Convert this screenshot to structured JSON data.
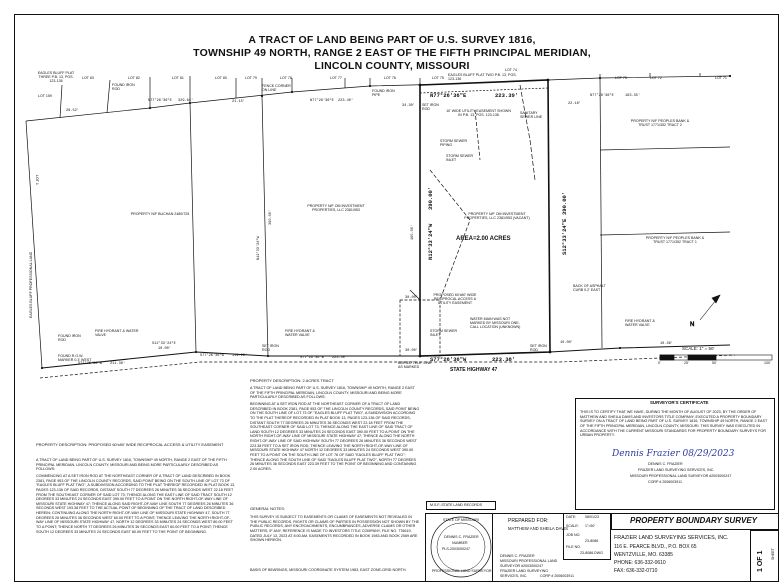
{
  "title": {
    "line1": "A TRACT OF LAND BEING PART OF U.S. SURVEY 1816,",
    "line2": "TOWNSHIP 49 NORTH, RANGE 2 EAST OF THE FIFTH PRINCIPAL MERIDIAN,",
    "line3": "LINCOLN COUNTY, MISSOURI"
  },
  "lots": [
    "EAGLES BLUFF PLAT THREE P.B. 13, PGS. 123-136",
    "LOT 83",
    "LOT 82",
    "LOT 81",
    "LOT 80",
    "LOT 79",
    "LOT 78",
    "LOT 77",
    "LOT 76",
    "LOT 75",
    "LOT 74",
    "EAGLES BLUFF PLAT TWO P.B. 13, PGS. 123-136",
    "LOT 73",
    "LOT 72",
    "LOT 71",
    "LOT 159",
    "LOT 1"
  ],
  "bearings": {
    "north_main": "N77°26'36\"E",
    "north_dist": "223.39'",
    "west_top": "N77°26'36\"E",
    "west_top_dist": "329.64'",
    "mid_top": "N77°26'36\"E",
    "mid_top_dist": "223.40'",
    "east_top": "N77°26'36\"E",
    "east_top_dist": "163.35'",
    "west_side": "N12°33'24\"W",
    "west_side_dist": "390.00'",
    "east_side": "S12°33'24\"E",
    "east_side_dist": "390.00'",
    "south_main": "S77°26'36\"W",
    "south_dist": "223.38'",
    "south_left": "S77°26'36\"W",
    "south_left_dist": "211.36'",
    "south_mid": "S77°26'36\"W",
    "south_mid_dist": "119.28'",
    "south_mid2": "S77°26'36\"W",
    "south_mid2_dist": "223.40'",
    "line_small": "S12°33'24\"E",
    "line_small_dist": "10.00'",
    "dim_west": "195.00'",
    "dim_west2": "390.00'",
    "dim_small": "30.00'",
    "dim_small2": "30.00'",
    "dim_30": "30.00'",
    "dim_10": "10.00'",
    "n_dist": "28.52'",
    "dist_2194": "21.15'",
    "dist_3430": "34.30'",
    "dist_2218": "22.18'",
    "dist_1036": "10.36'"
  },
  "labels": {
    "area": "AREA=2.00 ACRES",
    "owner_main": "PROPERTY N/F OM INVESTMENT PROPERTIES, LLC 2381/953 (VACANT)",
    "owner_west": "PROPERTY N/F OM INVESTMENT PROPERTIES, LLC 2381/953",
    "owner_far_west": "PROPERTY N/F BUCHAN 2480/725",
    "owner_east": "PROPERTY N/F PEOPLES BANK & TRUST 1771/352 TRACT 2",
    "owner_east2": "PROPERTY N/F PEOPLES BANK & TRUST 1771/352 TRACT 1",
    "highway": "STATE HIGHWAY 47",
    "easement": "10' WIDE UTILITY EASEMENT SHOWN IN P.B. 13, PGS. 123-136",
    "proposed": "PROPOSED 60'x80' WIDE RECIPROCAL ACCESS & UTILITY EASEMENT",
    "storm_sewer": "STORM SEWER PIPING",
    "storm_inlet": "STORM SEWER INLET",
    "back_curb": "BACK OF ASPHALT CURB 0.2' EAST",
    "fire_hydrant": "FIRE HYDRANT & WATER VALVE",
    "sanitary": "SANITARY SEWER LINE",
    "buried_tele": "BURIED TELE. LINE AS MARKED",
    "set_iron": "SET IRON ROD",
    "found_iron": "FOUND IRON ROD",
    "found_pipe": "FOUND IRON PIPE",
    "fence_corner": "FENCE CORNER ON LINE",
    "found_row": "FOUND R.O.W. MARKER 0.3' WEST",
    "water_main": "WATER MAIN WAS NOT MARKED BY MISSOURI ONE-CALL LOCATION (UNKNOWN)",
    "storm_inlet_line": "STORM SEWER INLET",
    "set_iron_west": "SET IRON ROD",
    "eagles_plat": "EAGLES BLUFF PROFESSIONAL LAND"
  },
  "scale": {
    "label": "SCALE: 1\" = 50'",
    "ticks": [
      "0'",
      "25'",
      "50'",
      "100'"
    ]
  },
  "descriptions": {
    "prop2_heading": "PROPERTY DESCRIPTION: 2 ACRES TRACT",
    "prop2_p1": "A TRACT OF LAND BEING PART OF U.S. SURVEY 1816, TOWNSHIP 49 NORTH, RANGE 2 EAST OF THE FIFTH PRINCIPAL MERIDIAN, LINCOLN COUNTY, MISSOURI AND BEING MORE PARTICULARLY DESCRIBED AS FOLLOWS:",
    "prop2_p2": "BEGINNING AT A SET IRON ROD AT THE NORTHEAST CORNER OF A TRACT OF LAND DESCRIBED IN BOOK 2381, PAGE 953 OF THE LINCOLN COUNTY RECORDS, SAID POINT BEING ON THE SOUTH LINE OF LOT 73 OF \"EAGLES BLUFF PLAT TWO\", A SUBDIVISION ACCORDING TO THE PLAT THEREOF RECORDED IN PLAT BOOK 13, PAGES 123-136 OF SAID RECORDS, DISTANT SOUTH 77 DEGREES 26 MINUTES 36 SECONDS WEST 22.18 FEET FROM THE SOUTHEAST CORNER OF SAID LOT 73; THENCE ALONG THE EAST LINE OF SAID TRACT OF LAND SOUTH 12 DEGREES 33 MINUTES 24 SECONDS EAST 390.00 FEET TO A POINT ON THE NORTH RIGHT-OF-WAY LINE OF MISSOURI STATE HIGHWAY 47; THENCE ALONG THE NORTH RIGHT-OF-WAY LINE OF SAID HIGHWAY SOUTH 77 DEGREES 26 MINUTES 36 SECONDS WEST 223.38 FEET TO A SET IRON ROD; THENCE LEAVING THE NORTH RIGHT-OF-WAY LINE OF MISSOURI STATE HIGHWAY 47 NORTH 12 DEGREES 33 MINUTES 24 SECONDS WEST 390.00 FEET TO A POINT ON THE SOUTH LINE OF LOT 76 OF SAID \"EAGLES BLUFF PLAT TWO\"; THENCE ALONG THE SOUTH LINE OF SAID \"EAGLES BLUFF PLAT TWO\", NORTH 77 DEGREES 26 MINUTES 36 SECONDS EAST 223.39 FEET TO THE POINT OF BEGINNING AND CONTAINING 2.00 ACRES.",
    "notes_heading": "GENERAL NOTES:",
    "notes_p1": "THIS SURVEY IS SUBJECT TO EASEMENTS OR CLAIMS OF EASEMENTS NOT REVEALED IN THE PUBLIC RECORDS, RIGHTS OR CLAIMS OF PARTIES IN POSSESSION NOT SHOWN BY THE PUBLIC RECORDS, ANY ENCROACHMENTS, ENCUMBRANCES, ADVERSE CLAIMS OR OTHER MATTERS, IF ANY. REFERENCE IS MADE TO INVESTORS TITLE COMPANY, FILE NO. 776619, DATED JULY 13, 2023 AT 8:00 AM. EASEMENTS RECORDED IN BOOK 1983 AND BOOK 2069 ARE SHOWN HEREON.",
    "notes_p2": "BASIS OF BEARINGS, MISSOURI COORDINATE SYSTEM 1983, EAST ZONE-GRID NORTH.",
    "easement_heading": "PROPERTY DESCRIPTION: PROPOSED 60'x80' WIDE RECIPROCAL ACCESS & UTILITY EASEMENT",
    "easement_p1": "A TRACT OF LAND BEING PART OF U.S. SURVEY 1816, TOWNSHIP 49 NORTH, RANGE 2 EAST OF THE FIFTH PRINCIPAL MERIDIAN, LINCOLN COUNTY, MISSOURI AND BEING MORE PARTICULARLY DESCRIBED AS FOLLOWS:",
    "easement_p2": "COMMENCING AT A SET IRON ROD AT THE NORTHEAST CORNER OF A TRACT OF LAND DESCRIBED IN BOOK 2381, PAGE 953 OF THE LINCOLN COUNTY RECORDS, SAID POINT BEING ON THE SOUTH LINE OF LOT 73 OF \"EAGLES BLUFF PLAT TWO\", A SUBDIVISION ACCORDING TO THE PLAT THEREOF RECORDED IN PLAT BOOK 13, PAGES 123-136 OF SAID RECORDS, DISTANT SOUTH 77 DEGREES 26 MINUTES 36 SECONDS WEST 22.18 FEET FROM THE SOUTHEAST CORNER OF SAID LOT 73; THENCE ALONG THE EAST LINE OF SAID TRACT SOUTH 12 DEGREES 33 MINUTES 24 SECONDS EAST 390.00 FEET TO A POINT ON THE NORTH RIGHT-OF-WAY LINE OF MISSOURI STATE HIGHWAY 47; THENCE ALONG SAID RIGHT-OF-WAY LINE SOUTH 77 DEGREES 26 MINUTES 36 SECONDS WEST 193.38 FEET TO THE ACTUAL POINT OF BEGINNING OF THE TRACT OF LAND DESCRIBED HEREIN; CONTINUING ALONG THE NORTH RIGHT-OF-WAY LINE OF MISSOURI STATE HIGHWAY 47, SOUTH 77 DEGREES 26 MINUTES 36 SECONDS WEST 60.00 FEET TO A POINT; THENCE LEAVING THE NORTH RIGHT-OF-WAY LINE OF MISSOURI STATE HIGHWAY 47, NORTH 12 DEGREES 33 MINUTES 24 SECONDS WEST 80.00 FEET TO A POINT; THENCE NORTH 77 DEGREES 26 MINUTES 36 SECONDS EAST 60.00 FEET TO A POINT; THENCE SOUTH 12 DEGREES 33 MINUTES 24 SECONDS EAST 80.00 FEET TO THE POINT OF BEGINNING."
  },
  "certificate": {
    "heading": "SURVEYOR'S CERTIFICATE",
    "body": "THIS IS TO CERTIFY THAT WE HAVE, DURING THE MONTH OF AUGUST OF 2023, BY THE ORDER OF MATTHEW AND SHEILA DAVIS AND INVESTORS TITLE COMPANY, EXECUTED A PROPERTY BOUNDARY SURVEY ON A TRACT OF LAND BEING PART OF U.S. SURVEY 1816, TOWNSHIP 49 NORTH, RANGE 2 EAST OF THE FIFTH PRINCIPAL MERIDIAN, LINCOLN COUNTY, MISSOURI. THIS SURVEY WAS EXECUTED IN ACCORDANCE WITH THE CURRENT MISSOURI STANDARDS FOR PROPERTY BOUNDARY SURVEYS FOR URBAN PROPERTY.",
    "signature": "Dennis Frazier 08/29/2023",
    "signer1": "DENNIS C. FRAZIER",
    "signer2": "FRAZIER LAND SURVEYING SERVICES, INC.",
    "signer3": "MISSOURI PROFESSIONAL LAND SURVEYOR #2003000247",
    "signer4": "CORP # 2006003911"
  },
  "title_block": {
    "prepared_for_label": "PREPARED FOR:",
    "prepared_for": "MATTHEW AND SHEILA DAVIS",
    "seal_lines": [
      "STATE OF MISSOURI",
      "DENNIS C. FRAZIER",
      "NUMBER",
      "PLS-2003000247",
      "PROFESSIONAL LAND SURVEYOR"
    ],
    "surveyor_lines": [
      "DENNIS C. FRAZIER",
      "MISSOURI PROFESSIONAL LAND",
      "SURVEYOR #2003000247",
      "FRAZIER LAND SURVEYING",
      "SERVICES, INC.",
      "CORP # 2006003911"
    ],
    "date_label": "DATE:",
    "date": "08/01/23",
    "scale_label": "SCALE:",
    "scale": "1\"=50'",
    "job_label": "JOB NO.",
    "job": "23-8086",
    "file_label": "FILE NO.",
    "file": "23-8086.DWG",
    "survey_title": "PROPERTY BOUNDARY SURVEY",
    "company": "FRAZIER LAND SURVEYING SERVICES, INC.",
    "address1": "116 E. PEARCE BLVD., P.O. BOX 65",
    "address2": "WENTZVILLE, MO. 63385",
    "phone": "PHONE: 636-332-0610",
    "fax": "FAX: 636-332-0710",
    "sheet_label": "SHEET",
    "sheet": "1 OF 1",
    "state_land": "M.S.F.-STATE LAND RECORDS"
  }
}
